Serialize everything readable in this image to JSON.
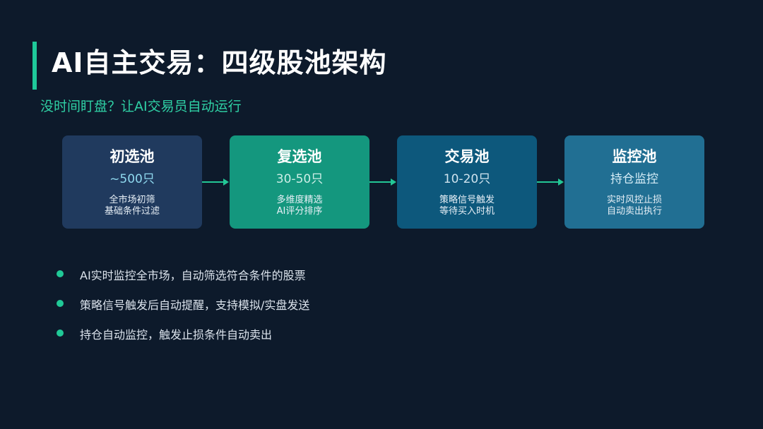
{
  "slide": {
    "title": "AI自主交易：四级股池架构",
    "subtitle": "没时间盯盘？让AI交易员自动运行"
  },
  "pools": [
    {
      "name": "初选池",
      "count": "~500只",
      "desc": [
        "全市场初筛",
        "基础条件过滤"
      ],
      "bg": "#203a5e",
      "count_color": "#8fd9ef"
    },
    {
      "name": "复选池",
      "count": "30-50只",
      "desc": [
        "多维度精选",
        "AI评分排序"
      ],
      "bg": "#14977e",
      "count_color": "#cdeee6"
    },
    {
      "name": "交易池",
      "count": "10-20只",
      "desc": [
        "策略信号触发",
        "等待买入时机"
      ],
      "bg": "#0d587c",
      "count_color": "#cfe3ee"
    },
    {
      "name": "监控池",
      "count": "持仓监控",
      "desc": [
        "实时风控止损",
        "自动卖出执行"
      ],
      "bg": "#216f93",
      "count_color": "#d4ecf6"
    }
  ],
  "bullets": [
    "AI实时监控全市场，自动筛选符合条件的股票",
    "策略信号触发后自动提醒，支持模拟/实盘发送",
    "持仓自动监控，触发止损条件自动卖出"
  ],
  "colors": {
    "background": "#0d1a2b",
    "accent": "#1ec99a",
    "arrow": "#23c796"
  }
}
